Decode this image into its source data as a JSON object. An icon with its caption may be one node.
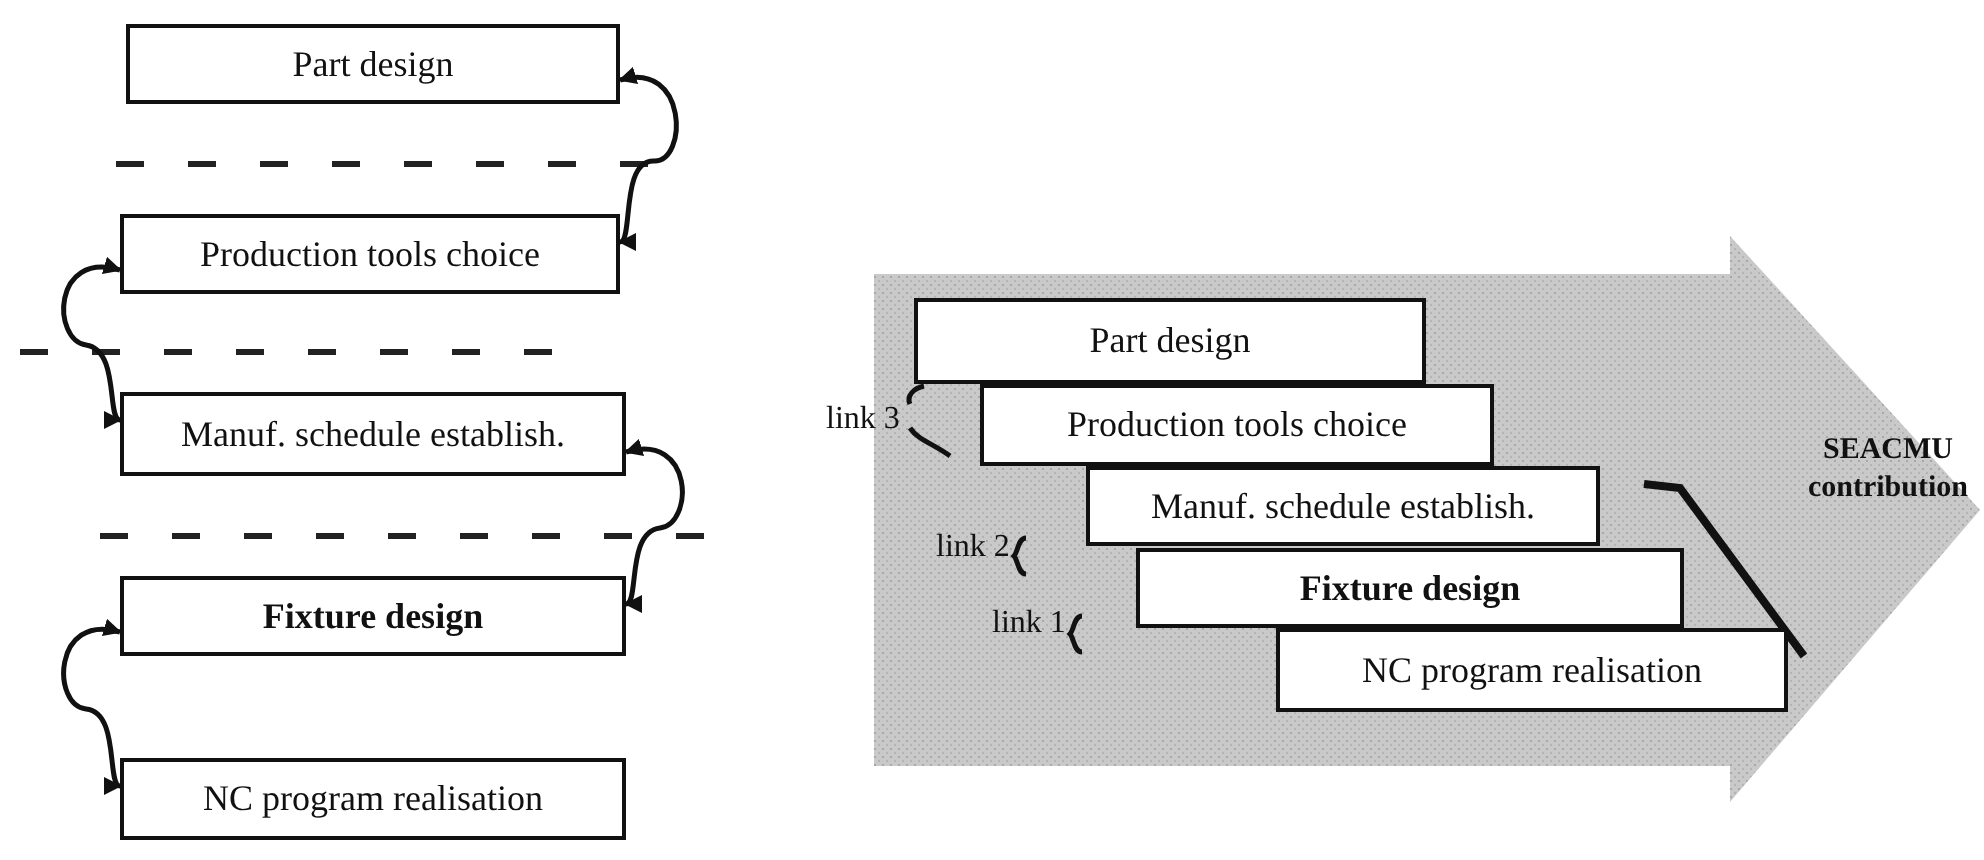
{
  "diagram": {
    "nodes": [
      {
        "text": [
          "Part design"
        ]
      },
      {
        "text": [
          "Production tools choice"
        ]
      },
      {
        "text": [
          "Manuf. schedule establish."
        ]
      },
      {
        "text": [
          "Fixture design"
        ]
      },
      {
        "text": [
          "NC program realisation"
        ]
      },
      {
        "text": [
          "SEACMU contribution"
        ]
      },
      {
        "text": [
          "Part design"
        ],
        "in": 5
      },
      {
        "text": [
          "Production tools choice"
        ],
        "in": 5
      },
      {
        "text": [
          "Manuf. schedule establish."
        ],
        "in": 5
      },
      {
        "text": [
          "Fixture design"
        ],
        "in": 5
      },
      {
        "text": [
          "NC program realisation"
        ],
        "in": 5
      }
    ],
    "edges": [
      {
        "from": 0,
        "to": 1,
        "arrow": "both"
      },
      {
        "from": 1,
        "to": 2,
        "arrow": "both"
      },
      {
        "from": 2,
        "to": 3,
        "arrow": "both"
      },
      {
        "from": 3,
        "to": 4,
        "arrow": "both"
      }
    ],
    "labels": [
      "link 3",
      "link 2",
      "link 1"
    ]
  }
}
